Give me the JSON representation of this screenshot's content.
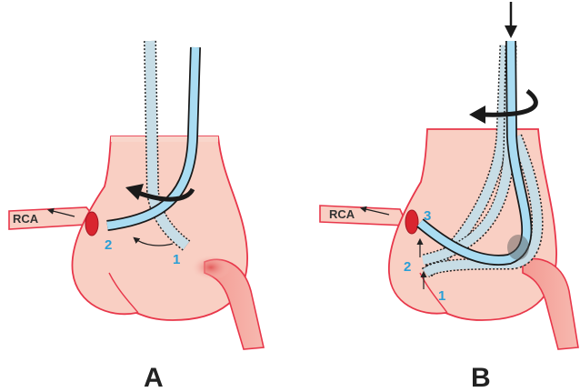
{
  "colors": {
    "root": "#f9cfc3",
    "root_top": "#f8d4c8",
    "outline": "#e8374a",
    "catheter": "#a9dcf2",
    "catheter_edge": "#1a1a1a",
    "number": "#2a9fd6",
    "ostium": "#d9252f"
  },
  "panels": [
    {
      "id": "A",
      "label": "A",
      "vessel_label": "RCA",
      "steps": [
        "1",
        "2"
      ]
    },
    {
      "id": "B",
      "label": "B",
      "vessel_label": "RCA",
      "steps": [
        "1",
        "2",
        "3"
      ]
    }
  ],
  "icons": [
    "rotation-arrow-icon",
    "advance-arrow-icon",
    "direction-arrow-icon"
  ]
}
